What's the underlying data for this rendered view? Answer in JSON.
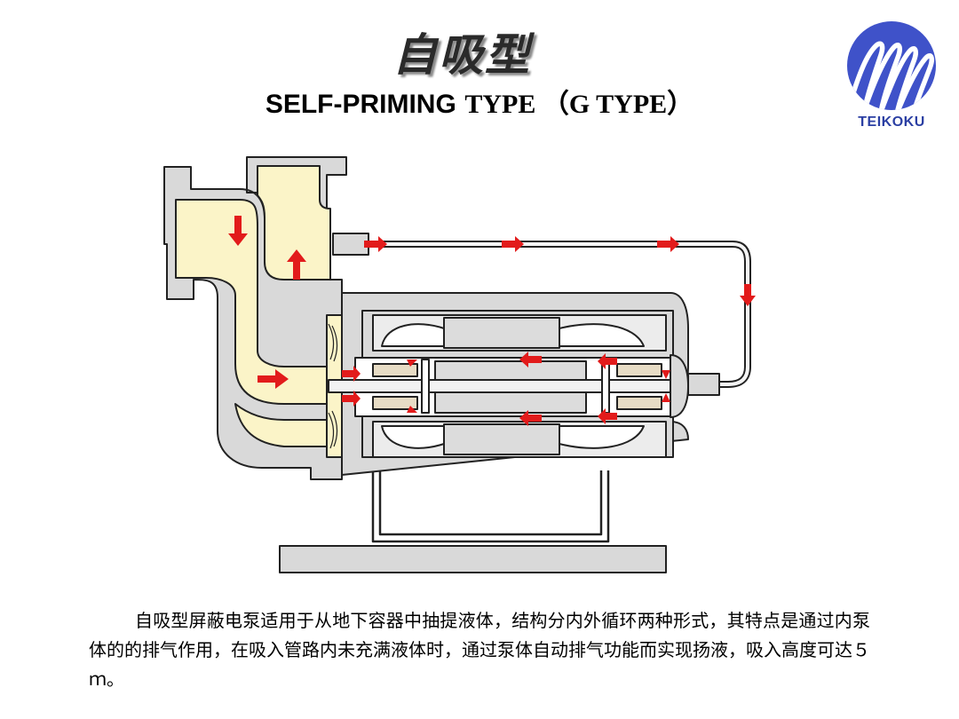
{
  "title": {
    "zh": "自吸型",
    "en_sans": "SELF-PRIMING",
    "en_serif": "TYPE （G TYPE）"
  },
  "logo": {
    "text": "TEIKOKU",
    "color": "#2b3fa3",
    "icon": "teikoku-logo-icon"
  },
  "diagram": {
    "icon": "self-priming-canned-motor-pump-cross-section",
    "colors": {
      "fluid": "#fbf4c8",
      "casing": "#d9d9d9",
      "outline": "#222222",
      "flow_arrow": "#e21b1b",
      "motor_core": "#dcdcdc"
    }
  },
  "caption": "自吸型屏蔽电泵适用于从地下容器中抽提液体，结构分内外循环两种形式，其特点是通过内泵体的的排气作用，在吸入管路内未充满液体时，通过泵体自动排气功能而实现扬液，吸入高度可达５ｍ。"
}
